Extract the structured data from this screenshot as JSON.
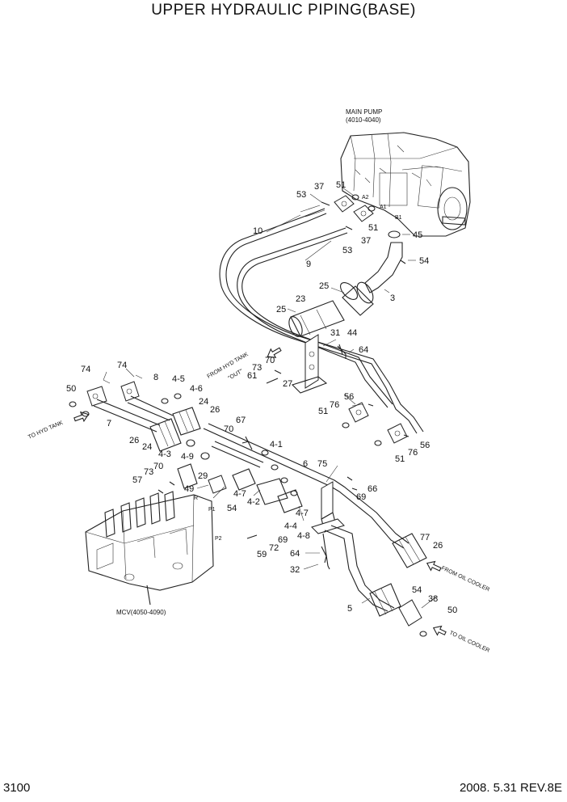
{
  "title": "UPPER HYDRAULIC PIPING(BASE)",
  "footer": {
    "page": "3100",
    "date_rev": "2008. 5.31  REV.8E"
  },
  "components": {
    "main_pump": [
      "MAIN PUMP",
      "(4010-4040)"
    ],
    "mcv": "MCV(4050-4090)"
  },
  "port_labels": [
    "A2",
    "A1",
    "B1",
    "P1",
    "P2",
    "R"
  ],
  "notes": {
    "from_hyd_tank": "FROM HYD TANK",
    "out": "\"OUT\"",
    "to_hyd_tank": "TO HYD TANK",
    "from_oil_cooler": "FROM OIL COOLER",
    "to_oil_cooler": "TO OIL COOLER"
  },
  "callouts": [
    "37",
    "51",
    "53",
    "10",
    "9",
    "37",
    "51",
    "53",
    "45",
    "54",
    "3",
    "25",
    "23",
    "25",
    "31",
    "44",
    "64",
    "70",
    "73",
    "61",
    "27",
    "74",
    "74",
    "8",
    "4-5",
    "4-6",
    "24",
    "26",
    "50",
    "7",
    "76",
    "56",
    "51",
    "56",
    "76",
    "51",
    "67",
    "70",
    "4-1",
    "26",
    "24",
    "4-3",
    "4-9",
    "73",
    "70",
    "29",
    "6",
    "75",
    "66",
    "69",
    "57",
    "49",
    "4-7",
    "54",
    "4-2",
    "4-7",
    "4-4",
    "69",
    "72",
    "59",
    "4-8",
    "64",
    "32",
    "77",
    "26",
    "54",
    "38",
    "50",
    "5"
  ]
}
